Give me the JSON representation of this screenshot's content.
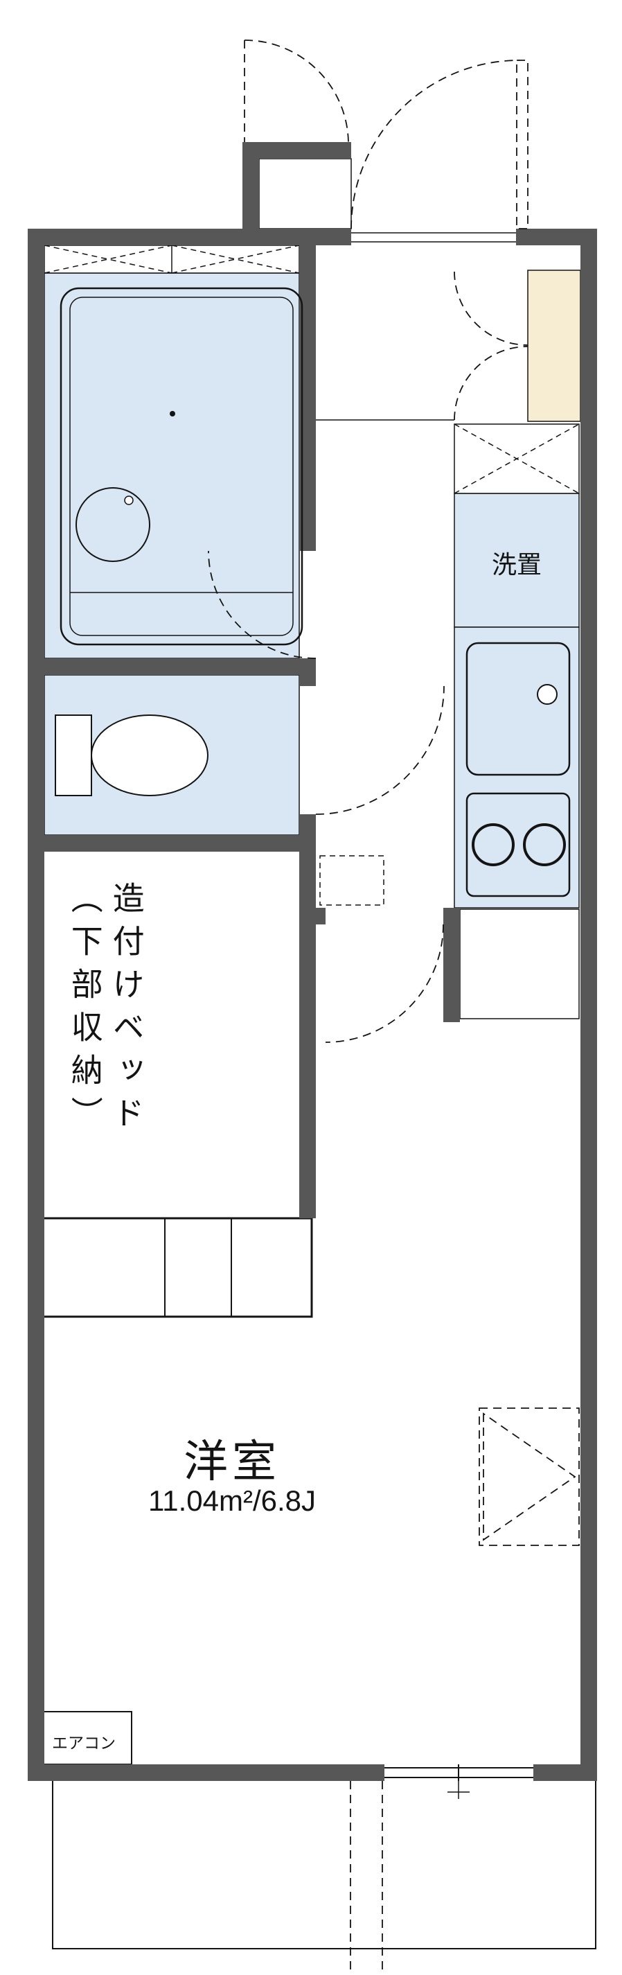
{
  "plan": {
    "labels": {
      "washer": "洗置",
      "bed": "造付けベッド（下部収納）",
      "room_name": "洋室",
      "room_size": "11.04m²/6.8J",
      "aircon": "エアコン"
    },
    "colors": {
      "wall": "#575757",
      "water": "#d8e7f3",
      "cabinet": "#f7edd2",
      "line": "#141414",
      "bg": "#ffffff"
    }
  }
}
